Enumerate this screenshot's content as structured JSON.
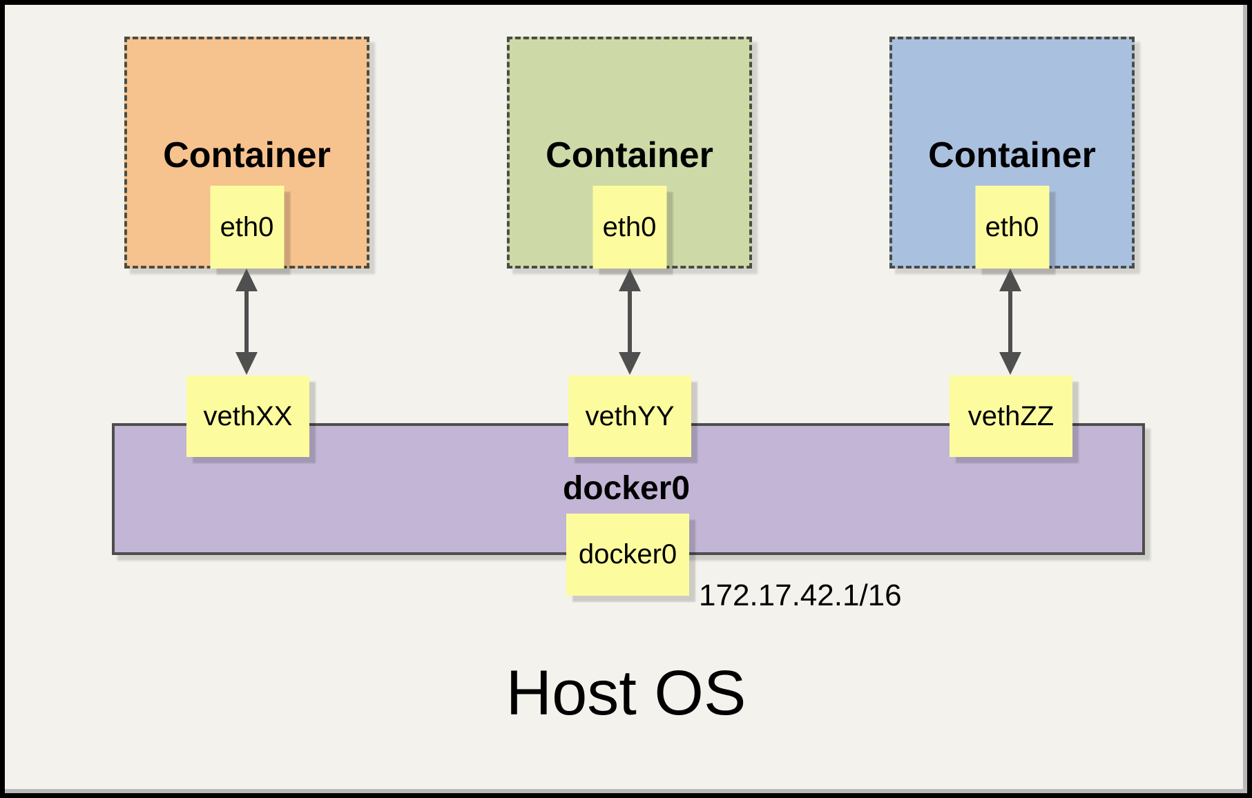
{
  "diagram": {
    "containers": [
      {
        "label": "Container",
        "interface": "eth0",
        "fill_color": "#F6C28E"
      },
      {
        "label": "Container",
        "interface": "eth0",
        "fill_color": "#CDDAA7"
      },
      {
        "label": "Container",
        "interface": "eth0",
        "fill_color": "#AAC0DF"
      }
    ],
    "veth_interfaces": [
      {
        "label": "vethXX"
      },
      {
        "label": "vethYY"
      },
      {
        "label": "vethZZ"
      }
    ],
    "bridge": {
      "label": "docker0",
      "interface": "docker0",
      "ip_address": "172.17.42.1/16",
      "fill_color": "#C2B5D5"
    },
    "host": {
      "label": "Host OS"
    },
    "colors": {
      "background": "#F4F2EC",
      "interface_box": "#FCFC9F",
      "frame": "#000000",
      "dash_border": "#4a4d46",
      "arrow": "#4f4f4f"
    }
  }
}
